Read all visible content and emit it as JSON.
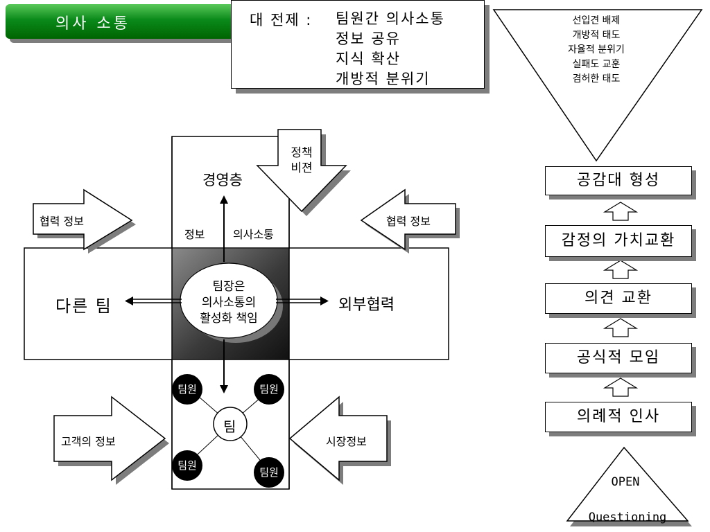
{
  "title": "의사 소통",
  "premise": {
    "label": "대 전제 :",
    "items": [
      "팀원간 의사소통",
      "정보 공유",
      "지식 확산",
      "개방적 분위기"
    ]
  },
  "funnel_text": [
    "선입견 배제",
    "개방적 태도",
    "자율적 분위기",
    "실패도 교훈",
    "겸허한 태도"
  ],
  "steps": [
    "공감대 형성",
    "감정의 가치교환",
    "의견 교환",
    "공식적 모임",
    "의례적 인사"
  ],
  "open_triangle": {
    "top": "OPEN",
    "bottom": "Questioning"
  },
  "diagram": {
    "management": "경영층",
    "policy_arrow": [
      "정책",
      "비젼"
    ],
    "info_label": "정보",
    "comm_label": "의사소통",
    "left_team": "다른 팀",
    "right_ext": "외부협력",
    "center_text": [
      "팀장은",
      "의사소통의",
      "활성화 책임"
    ],
    "coop_left": "협력 정보",
    "coop_right": "협력 정보",
    "customer_info": "고객의 정보",
    "market_info": "시장정보",
    "team": "팀",
    "members": [
      "팀원",
      "팀원",
      "팀원",
      "팀원"
    ]
  }
}
